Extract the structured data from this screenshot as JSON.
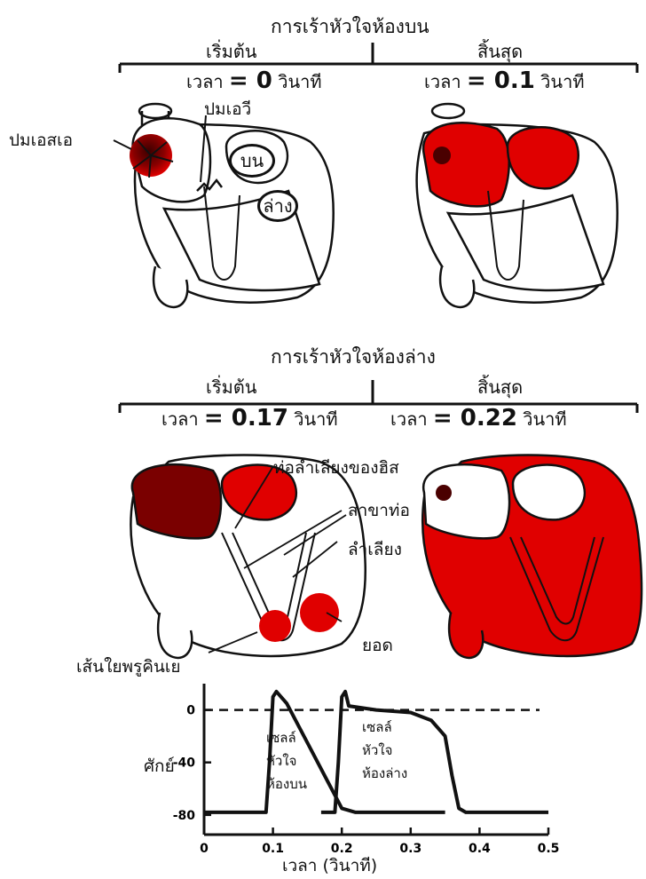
{
  "atrial": {
    "title": "การเร้าหัวใจห้องบน",
    "start_label": "เริ่มต้น",
    "end_label": "สิ้นสุด",
    "time_start": {
      "prefix": "เวลา ",
      "value": "= 0",
      "suffix": " วินาที"
    },
    "time_end": {
      "prefix": "เวลา ",
      "value": "= 0.1",
      "suffix": " วินาที"
    },
    "sa_node": "ปมเอสเอ",
    "av_node": "ปมเอวี",
    "upper_bubble": "บน",
    "lower_bubble": "ล่าง"
  },
  "ventricular": {
    "title": "การเร้าหัวใจห้องล่าง",
    "start_label": "เริ่มต้น",
    "end_label": "สิ้นสุด",
    "time_start": {
      "prefix": "เวลา ",
      "value": "= 0.17",
      "suffix": " วินาที"
    },
    "time_end": {
      "prefix": "เวลา ",
      "value": "= 0.22",
      "suffix": " วินาที"
    },
    "bundle_of_his": "ท่อลำเลียงของฮิส",
    "bundle_branches_1": "สาขาท่อ",
    "bundle_branches_2": "ลำเลียง",
    "purkinje": "เส้นใยพรูคินเย",
    "apex": "ยอด"
  },
  "graph": {
    "ylabel": "ศักย์",
    "xlabel": "เวลา (วินาที)",
    "atrial_label": [
      "เซลล์",
      "หัวใจ",
      "ห้องบน"
    ],
    "ventricular_label": [
      "เซลล์",
      "หัวใจ",
      "ห้องล่าง"
    ],
    "x_ticks": [
      "0",
      "0.1",
      "0.2",
      "0.3",
      "0.4",
      "0.5"
    ],
    "y_ticks": [
      "0",
      "-40",
      "-80"
    ]
  },
  "chart_data": {
    "type": "line",
    "xlabel": "เวลา (วินาที)",
    "ylabel": "ศักย์",
    "xlim": [
      0,
      0.5
    ],
    "ylim": [
      -95,
      20
    ],
    "reference_line_y": 0,
    "series": [
      {
        "name": "เซลล์หัวใจห้องบน",
        "x": [
          0,
          0.09,
          0.095,
          0.1,
          0.105,
          0.12,
          0.15,
          0.18,
          0.2,
          0.22,
          0.25,
          0.35
        ],
        "y": [
          -78,
          -78,
          -40,
          10,
          14,
          5,
          -25,
          -55,
          -75,
          -78,
          -78,
          -78
        ]
      },
      {
        "name": "เซลล์หัวใจห้องล่าง",
        "x": [
          0.17,
          0.19,
          0.195,
          0.2,
          0.205,
          0.21,
          0.25,
          0.3,
          0.33,
          0.35,
          0.36,
          0.37,
          0.38,
          0.5
        ],
        "y": [
          -78,
          -78,
          -40,
          10,
          14,
          3,
          0,
          -2,
          -8,
          -20,
          -50,
          -75,
          -78,
          -78
        ]
      }
    ]
  },
  "colors": {
    "excited": "#e00000",
    "dark_excited": "#7a0000",
    "outline": "#111111"
  }
}
